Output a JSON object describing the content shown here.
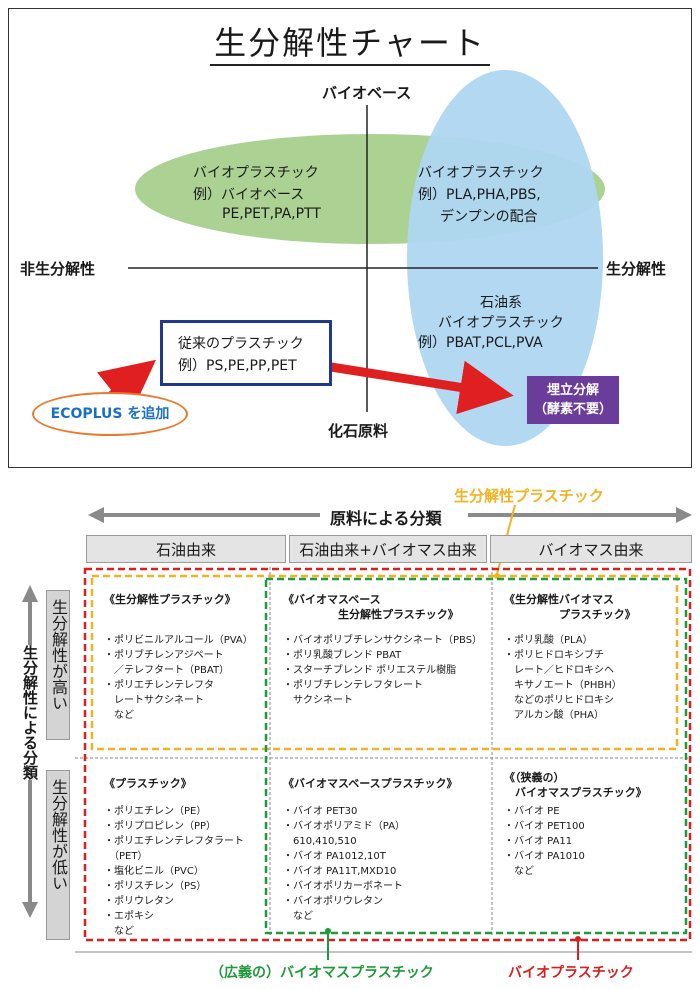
{
  "chart": {
    "title": "生分解性チャート",
    "axis_top": "バイオベース",
    "axis_bottom": "化石原料",
    "axis_left": "非生分解性",
    "axis_right": "生分解性",
    "green_ellipse": {
      "line1": "バイオプラスチック",
      "line2": "例）バイオベース",
      "line3": "PE,PET,PA,PTT"
    },
    "blue_upper": {
      "line1": "バイオプラスチック",
      "line2": "例）PLA,PHA,PBS,",
      "line3": "デンプンの配合"
    },
    "blue_lower": {
      "line1": "石油系",
      "line2": "バイオプラスチック",
      "line3": "例）PBAT,PCL,PVA"
    },
    "conventional_box": {
      "line1": "従来のプラスチック",
      "line2": "例）PS,PE,PP,PET"
    },
    "ecoplus_label": "ECOPLUS を追加",
    "landfill_box": {
      "line1": "埋立分解",
      "line2": "（酵素不要）"
    },
    "colors": {
      "green": "#a8d08d",
      "blue": "#aed6f1",
      "navy": "#1f3a8a",
      "red": "#e02020",
      "purple": "#6a3d9a",
      "orange": "#e97a2b"
    }
  },
  "table": {
    "top_label": "生分解性プラスチック",
    "axis_label": "原料による分類",
    "headers": [
      "石油由来",
      "石油由来+バイオマス由来",
      "バイオマス由来"
    ],
    "side_title": "生分解性による分類",
    "side_high": "生分解性が高い",
    "side_low": "生分解性が低い",
    "high_petroleum": {
      "title": "《生分解性プラスチック》",
      "items": "・ポリビニルアルコール（PVA）\n・ポリブチレンアジペート\n　／テレフタート（PBAT）\n・ポリエチレンテレフタ\n　レートサクシネート\n　など"
    },
    "high_mixed": {
      "title": "《バイオマスベース\n　　　　　生分解性プラスチック》",
      "items": "・バイオポリブチレンサクシネート（PBS）\n・ポリ乳酸ブレンド PBAT\n・スターチブレンド ポリエステル樹脂\n・ポリブチレンテレフタレート\n　サクシネート"
    },
    "high_biomass": {
      "title": "《生分解性バイオマス\n　　　　　プラスチック》",
      "items": "・ポリ乳酸（PLA）\n・ポリヒドロキシブチ\n　レート／ヒドロキシヘ\n　キサノエート（PHBH）\n　などのポリヒドロキシ\n　アルカン酸（PHA）"
    },
    "low_petroleum": {
      "title": "《プラスチック》",
      "items": "・ポリエチレン（PE）\n・ポリプロピレン（PP）\n・ポリエチレンテレフタラート\n　（PET）\n・塩化ビニル（PVC）\n・ポリスチレン（PS）\n・ポリウレタン\n・エポキシ\n　など"
    },
    "low_mixed": {
      "title": "《バイオマスベースプラスチック》",
      "items": "・バイオ PET30\n・バイオポリアミド（PA）\n　610,410,510\n・バイオ PA1012,10T\n・バイオ PA11T,MXD10\n・バイオポリカーボネート\n・バイオポリウレタン\n　など"
    },
    "low_biomass": {
      "title": "《（狭義の）\n　バイオマスプラスチック》",
      "items": "・バイオ PE\n・バイオ PET100\n・バイオ PA11\n・バイオ PA1010\n　など"
    },
    "footer_green_prefix": "（広義の）",
    "footer_green": "バイオマスプラスチック",
    "footer_red": "バイオプラスチック",
    "colors": {
      "yellow": "#f0b323",
      "green": "#1f9a3a",
      "red": "#d81e1e",
      "gray": "#8a8a8a"
    }
  }
}
